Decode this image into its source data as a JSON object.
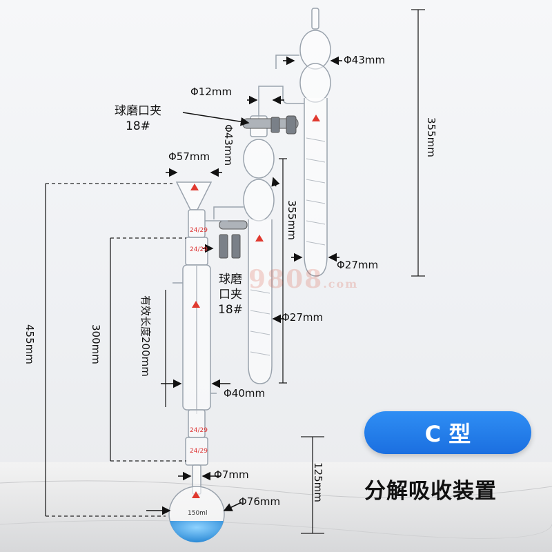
{
  "product": {
    "type_badge": "C 型",
    "title": "分解吸收装置"
  },
  "watermark": {
    "text": "9808",
    "suffix": ".com"
  },
  "clamps": {
    "upper": {
      "line1": "球磨口夹",
      "line2": "18#"
    },
    "middle": {
      "line1": "球磨",
      "line2": "口夹",
      "line3": "18#"
    }
  },
  "dimensions": {
    "phi43_top": "Φ43mm",
    "phi12": "Φ12mm",
    "phi43_side": "Φ43mm",
    "phi57": "Φ57mm",
    "h355_right": "355mm",
    "h355_mid": "355mm",
    "phi27_right": "Φ27mm",
    "phi27_mid": "Φ27mm",
    "phi40": "Φ40mm",
    "phi7": "Φ7mm",
    "phi76": "Φ76mm",
    "h455": "455mm",
    "h300": "300mm",
    "h125": "125mm",
    "effective_length": "有效长度200mm"
  },
  "joints": {
    "j1": "24/29",
    "j2": "24/29",
    "j3": "24/29",
    "j4": "24/29",
    "flask": "150ml"
  },
  "colors": {
    "accent": "#1b6fe0",
    "liquid": "#3aa3e6",
    "glass": "#9aa3ad"
  }
}
